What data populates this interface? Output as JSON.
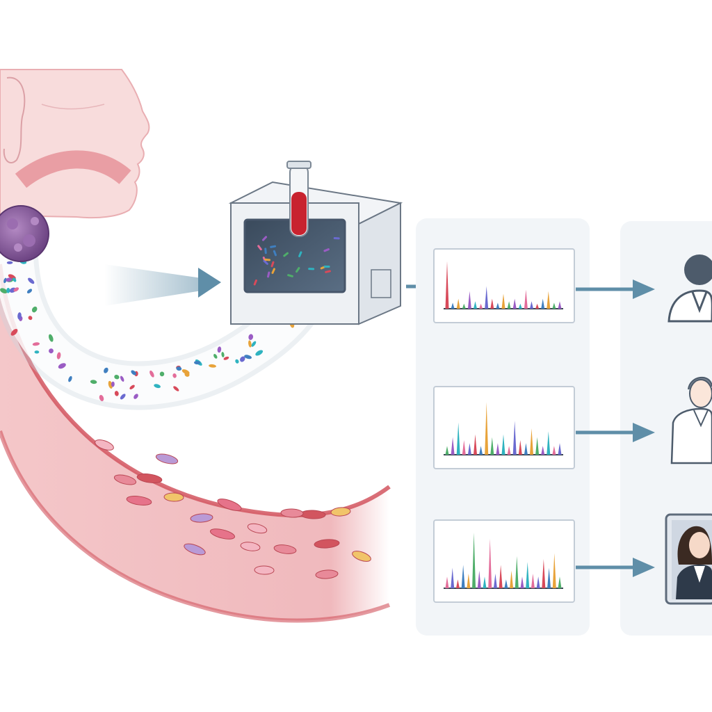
{
  "diagram": {
    "stages": [
      {
        "id": "source",
        "icon": "tumor-with-bloodstream"
      },
      {
        "id": "sequencer",
        "icon": "sequencing-machine-with-blood-tube"
      },
      {
        "id": "spectra",
        "icon": "spectrum-chart"
      },
      {
        "id": "patients",
        "icon": "patient-portrait"
      }
    ],
    "spectra": [
      {
        "peaks": [
          0.95,
          0.12,
          0.2,
          0.1,
          0.35,
          0.15,
          0.1,
          0.45,
          0.2,
          0.12,
          0.3,
          0.15,
          0.2,
          0.1,
          0.38,
          0.15,
          0.1,
          0.2,
          0.35,
          0.12,
          0.15
        ]
      },
      {
        "peaks": [
          0.15,
          0.3,
          0.55,
          0.25,
          0.2,
          0.35,
          0.15,
          0.9,
          0.3,
          0.2,
          0.35,
          0.15,
          0.58,
          0.25,
          0.2,
          0.45,
          0.3,
          0.15,
          0.4,
          0.15,
          0.2
        ]
      },
      {
        "peaks": [
          0.2,
          0.35,
          0.15,
          0.4,
          0.25,
          0.95,
          0.3,
          0.2,
          0.85,
          0.25,
          0.4,
          0.15,
          0.3,
          0.55,
          0.2,
          0.45,
          0.25,
          0.2,
          0.5,
          0.35,
          0.6,
          0.2
        ]
      }
    ],
    "peak_colors": [
      "#d84a5a",
      "#3f7fc0",
      "#e8a33a",
      "#4fae6a",
      "#9a5cc4",
      "#2fb3c0",
      "#e36d9a",
      "#6a6ad0"
    ],
    "colors": {
      "vessel": "#d2555f",
      "vessel_light": "#f4c7c9",
      "skin": "#f8dcdc",
      "tumor": "#8a5fa0",
      "arrow": "#5f8ea8",
      "panel": "#f2f5f8",
      "machine": "#e9edf1"
    }
  }
}
